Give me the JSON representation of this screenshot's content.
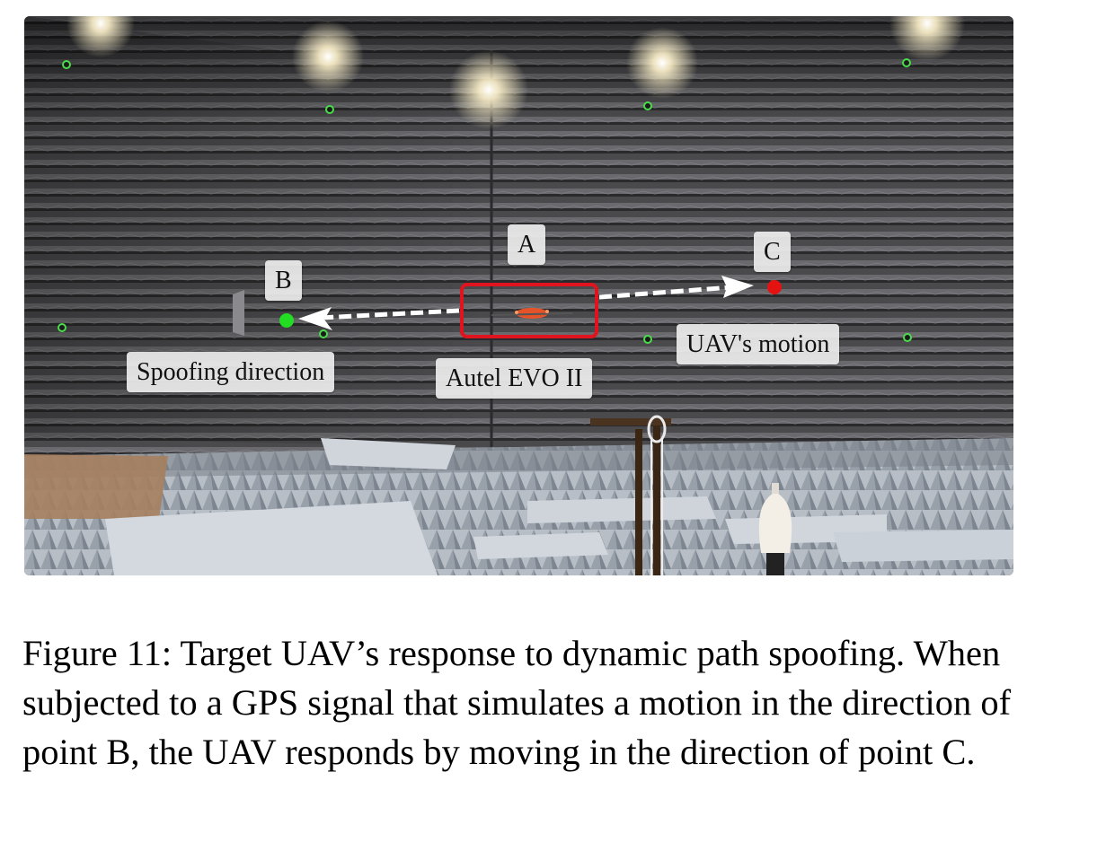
{
  "figure": {
    "labels": {
      "point_a": "A",
      "point_b": "B",
      "point_c": "C",
      "spoofing_direction": "Spoofing direction",
      "uav_name": "Autel EVO II",
      "uav_motion": "UAV's motion"
    },
    "colors": {
      "box": "#e0141e",
      "point_b": "#22dd22",
      "point_c": "#e51212",
      "arrow": "#ffffff"
    }
  },
  "caption": {
    "text": "Figure 11: Target UAV’s response to dynamic path spoofing. When subjected to a GPS signal that simulates a motion in the direction of point B, the UAV responds by moving in the direction of point C."
  }
}
